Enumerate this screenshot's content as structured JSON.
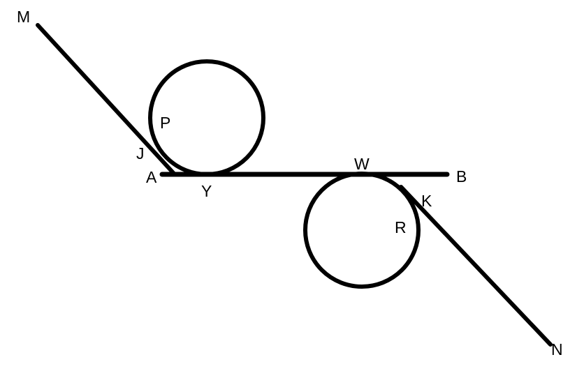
{
  "figure": {
    "type": "geometry-diagram",
    "labels": {
      "m": "M",
      "p": "P",
      "j": "J",
      "a": "A",
      "y": "Y",
      "w": "W",
      "b": "B",
      "k": "K",
      "r": "R",
      "n": "N"
    },
    "colors": {
      "stroke": "#000000",
      "background": "#ffffff"
    }
  }
}
